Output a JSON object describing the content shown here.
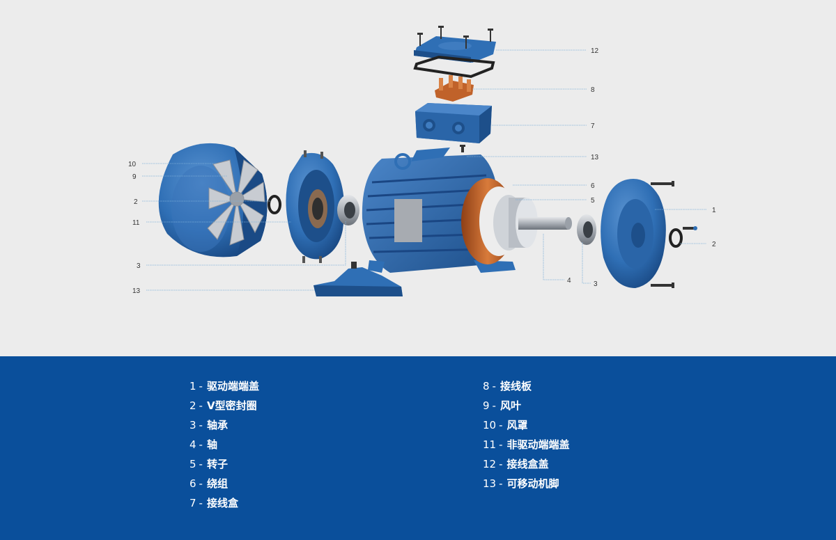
{
  "diagram": {
    "callouts": [
      {
        "id": "c12",
        "number": "12"
      },
      {
        "id": "c8",
        "number": "8"
      },
      {
        "id": "c7",
        "number": "7"
      },
      {
        "id": "c13a",
        "number": "13"
      },
      {
        "id": "c6",
        "number": "6"
      },
      {
        "id": "c5",
        "number": "5"
      },
      {
        "id": "c1",
        "number": "1"
      },
      {
        "id": "c2a",
        "number": "2"
      },
      {
        "id": "c4",
        "number": "4"
      },
      {
        "id": "c3a",
        "number": "3"
      },
      {
        "id": "c10",
        "number": "10"
      },
      {
        "id": "c9",
        "number": "9"
      },
      {
        "id": "c2b",
        "number": "2"
      },
      {
        "id": "c11",
        "number": "11"
      },
      {
        "id": "c3b",
        "number": "3"
      },
      {
        "id": "c13b",
        "number": "13"
      }
    ],
    "colors": {
      "motor_blue": "#2f6fb5",
      "motor_blue_dark": "#1d4f8a",
      "copper": "#c0622a",
      "steel": "#b8bcc2",
      "leader_line": "#7fb0d9"
    }
  },
  "legend": {
    "separator": "-",
    "left": [
      {
        "num": "1",
        "label": "驱动端端盖"
      },
      {
        "num": "2",
        "label": "V型密封圈"
      },
      {
        "num": "3",
        "label": "轴承"
      },
      {
        "num": "4",
        "label": "轴"
      },
      {
        "num": "5",
        "label": "转子"
      },
      {
        "num": "6",
        "label": "绕组"
      },
      {
        "num": "7",
        "label": "接线盒"
      }
    ],
    "right": [
      {
        "num": "8",
        "label": "接线板"
      },
      {
        "num": "9",
        "label": "风叶"
      },
      {
        "num": "10",
        "label": "风罩"
      },
      {
        "num": "11",
        "label": "非驱动端端盖"
      },
      {
        "num": "12",
        "label": "接线盒盖"
      },
      {
        "num": "13",
        "label": "可移动机脚"
      }
    ]
  }
}
